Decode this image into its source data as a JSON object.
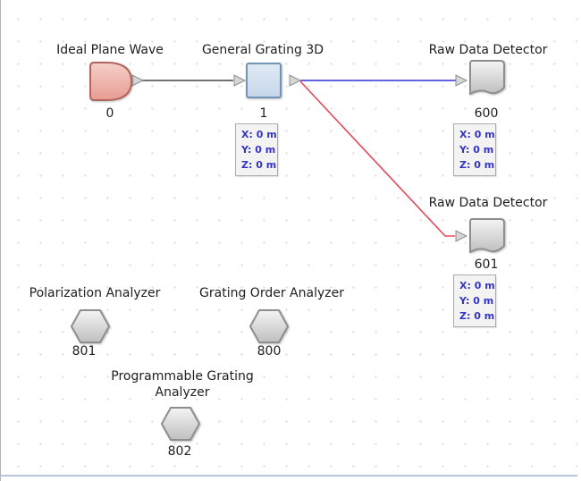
{
  "app": {
    "view_name": "light-path-diagram-canvas"
  },
  "canvas": {
    "grid": "dotted",
    "background_color": "#ffffff",
    "grid_dot_color": "#d9d9d9",
    "bottom_edge_color": "#b7c4de"
  },
  "colors": {
    "source_fill_top": "#f6cfc9",
    "source_fill_bottom": "#e79c92",
    "source_border": "#b2645e",
    "grating_fill_top": "#e0eaf4",
    "grating_fill_bottom": "#c6d6ea",
    "grating_border": "#6f94b5",
    "detector_fill_top": "#f4f4f4",
    "detector_fill_bottom": "#bfbfbf",
    "detector_border": "#8e8e8e",
    "analyzer_fill_top": "#f0f0f0",
    "analyzer_fill_bottom": "#b9b9b9",
    "analyzer_border": "#8e8e8e",
    "port_fill": "#d6d6d6",
    "port_border": "#8c8c8c",
    "wire_default": "#5f5f5f",
    "wire_blue": "#4d4ddb",
    "wire_red": "#e24a5a",
    "position_text": "#3434c8",
    "label_text": "#202020"
  },
  "nodes": {
    "source": {
      "label": "Ideal Plane Wave",
      "index": "0"
    },
    "grating": {
      "label": "General Grating 3D",
      "index": "1",
      "position": {
        "x": "X: 0 m",
        "y": "Y: 0 m",
        "z": "Z: 0 m"
      }
    },
    "detector600": {
      "label": "Raw Data Detector",
      "index": "600",
      "position": {
        "x": "X: 0 m",
        "y": "Y: 0 m",
        "z": "Z: 0 m"
      }
    },
    "detector601": {
      "label": "Raw Data Detector",
      "index": "601",
      "position": {
        "x": "X: 0 m",
        "y": "Y: 0 m",
        "z": "Z: 0 m"
      }
    },
    "analyzer801": {
      "label": "Polarization Analyzer",
      "index": "801"
    },
    "analyzer800": {
      "label": "Grating Order Analyzer",
      "index": "800"
    },
    "analyzer802": {
      "label_line1": "Programmable Grating",
      "label_line2": "Analyzer",
      "index": "802"
    }
  }
}
